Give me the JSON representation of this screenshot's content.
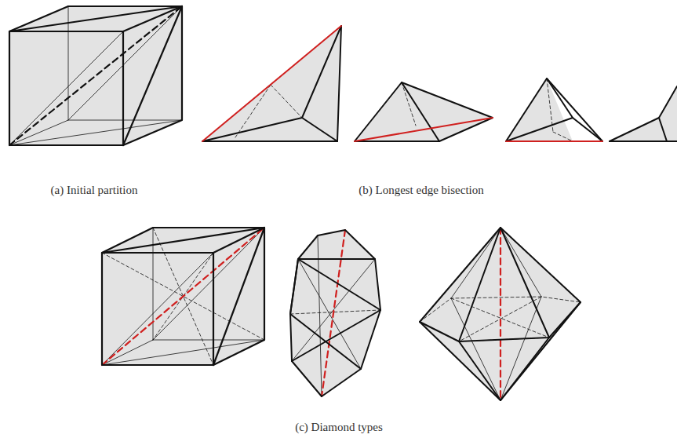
{
  "diagram": {
    "labels": [
      "(a) Initial partition",
      "(b) Longest edge bisection",
      "(c) Diamond types"
    ]
  }
}
